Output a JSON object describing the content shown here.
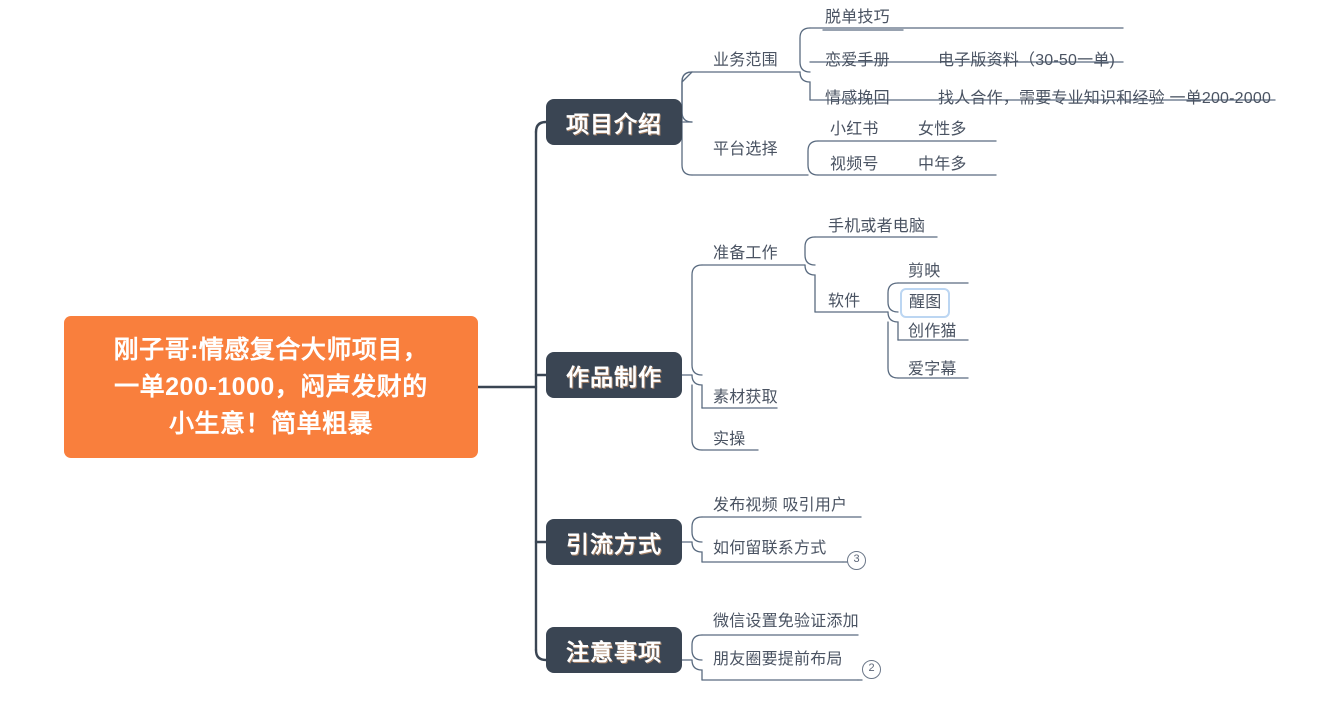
{
  "colors": {
    "root_fill": "#f97f3d",
    "branch_fill": "#3a4553",
    "trunk_line": "#3a4553",
    "sub_line": "#5a6b80",
    "leaf_text": "#4a5362",
    "selection_border": "#bcd6f2",
    "canvas": "#ffffff"
  },
  "root": {
    "line1": "刚子哥:情感复合大师项目，",
    "line2": "一单200-1000，闷声发财的",
    "line3": "小生意！简单粗暴"
  },
  "branches": [
    {
      "label": "项目介绍",
      "children": [
        {
          "label": "业务范围",
          "children": [
            {
              "label": "脱单技巧",
              "detail": ""
            },
            {
              "label": "恋爱手册",
              "detail": "电子版资料（30-50一单)"
            },
            {
              "label": "情感挽回",
              "detail": "找人合作，需要专业知识和经验 一单200-2000"
            }
          ]
        },
        {
          "label": "平台选择",
          "children": [
            {
              "label": "小红书",
              "detail": "女性多"
            },
            {
              "label": "视频号",
              "detail": "中年多"
            }
          ]
        }
      ]
    },
    {
      "label": "作品制作",
      "children": [
        {
          "label": "准备工作",
          "children": [
            {
              "label": "手机或者电脑",
              "detail": ""
            },
            {
              "label": "软件",
              "detail": "",
              "children": [
                {
                  "label": "剪映",
                  "selected": false
                },
                {
                  "label": "醒图",
                  "selected": true
                },
                {
                  "label": "创作猫",
                  "selected": false
                },
                {
                  "label": "爱字幕",
                  "selected": false
                }
              ]
            }
          ]
        },
        {
          "label": "素材获取",
          "children": []
        },
        {
          "label": "实操",
          "children": []
        }
      ]
    },
    {
      "label": "引流方式",
      "children": [
        {
          "label": "发布视频 吸引用户",
          "children": []
        },
        {
          "label": "如何留联系方式",
          "children": [],
          "badge": "3"
        }
      ]
    },
    {
      "label": "注意事项",
      "children": [
        {
          "label": "微信设置免验证添加",
          "children": []
        },
        {
          "label": "朋友圈要提前布局",
          "children": [],
          "badge": "2"
        }
      ]
    }
  ],
  "badges": {
    "liuliang": "3",
    "zhuyi": "2"
  }
}
